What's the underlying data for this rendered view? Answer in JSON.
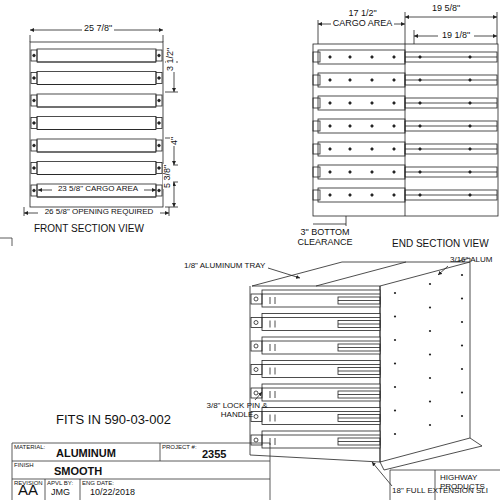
{
  "diagram": {
    "labels": [
      "25 7/8\"",
      "3 1/2\"",
      "4\"",
      "23 5/8\" CARGO AREA",
      "5 3/8\"",
      "26 5/8\" OPENING REQUIRED",
      "FRONT SECTION VIEW",
      "17 1/2\" CARGO AREA",
      "19 5/8\"",
      "19 1/8\"",
      "3\" BOTTOM CLEARANCE",
      "END SECTION VIEW",
      "1/8\" ALUMINUM TRAY",
      "3/16\" ALUM",
      "3/8\" LOCK PIN & HANDLE",
      "18\" FULL EXTENSION SLI",
      "FITS IN 590-03-002",
      "MATERIAL:",
      "ALUMINUM",
      "PROJECT #:",
      "2355",
      "FINISH",
      "SMOOTH",
      "REVISION",
      "AA",
      "APVL BY:",
      "JMG",
      "ENG DATE:",
      "10/22/2018",
      "HIGHWAY PRODUCTS"
    ]
  }
}
